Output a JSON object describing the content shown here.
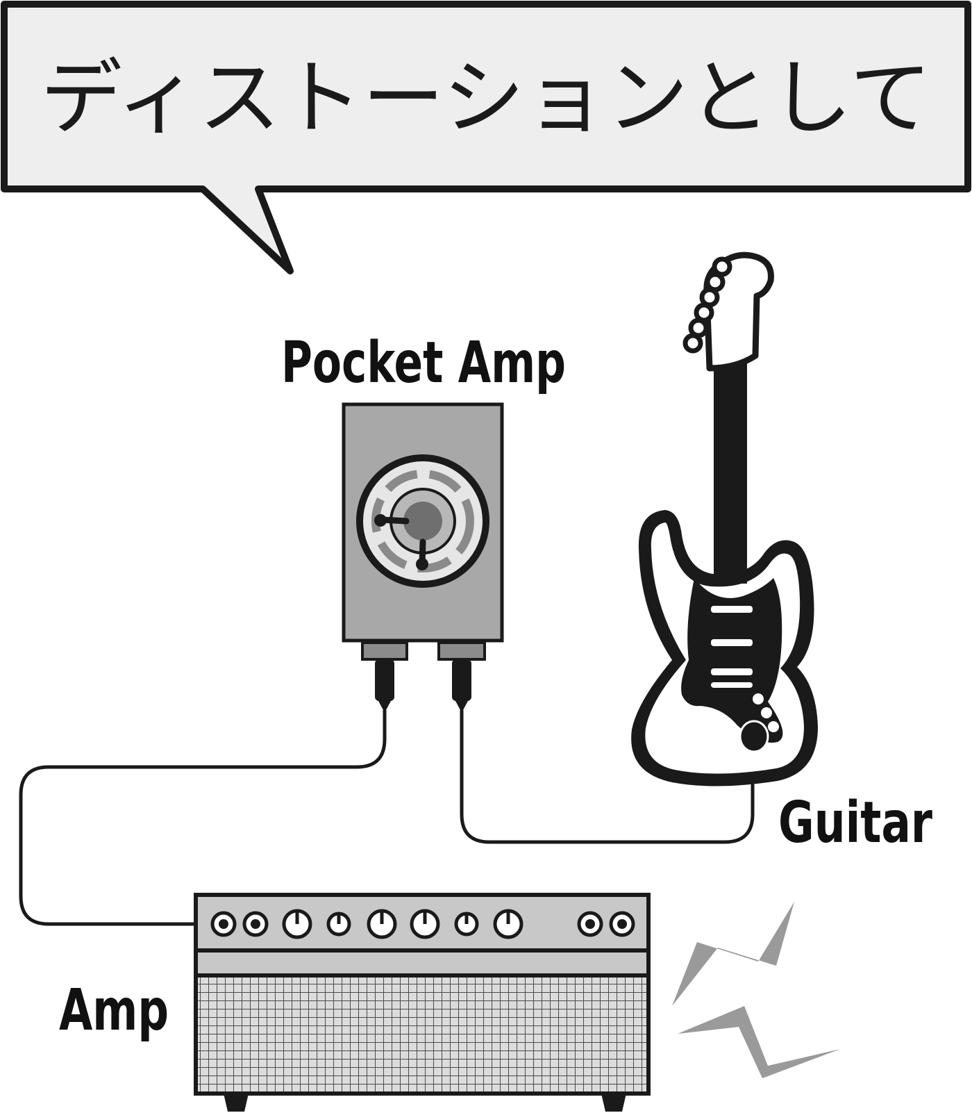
{
  "callout": {
    "text": "ディストーションとして"
  },
  "labels": {
    "pocket_amp": "Pocket Amp",
    "guitar": "Guitar",
    "amp": "Amp"
  },
  "colors": {
    "outline": "#1a1a1a",
    "panel_gray": "#a8a8a8",
    "callout_bg": "#eeeeee",
    "amp_panel": "#c8c8c8",
    "grille": "#dcdcdc",
    "sound_waves": "#9a9a9a"
  }
}
